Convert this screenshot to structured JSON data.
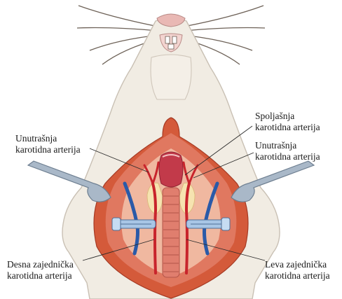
{
  "diagram": {
    "labels": {
      "right_internal": {
        "line1": "Unutrašnja",
        "line2": "karotidna arterija"
      },
      "left_external": {
        "line1": "Spoljašnja",
        "line2": "karotidna arterija"
      },
      "left_internal": {
        "line1": "Unutrašnja",
        "line2": "karotidna arterija"
      },
      "right_common": {
        "line1": "Desna zajednička",
        "line2": "karotidna arterija"
      },
      "left_common": {
        "line1": "Leva zajednička",
        "line2": "karotidna arterija"
      }
    },
    "colors": {
      "skin": "#f1ece3",
      "outline": "#c9c0b4",
      "incision": "#d45a3a",
      "muscle": "#e07860",
      "tissue": "#f0b8a0",
      "trachea": "#e07e6e",
      "artery": "#c8242c",
      "vein": "#2a5aa8",
      "clip": "#a8c6e6",
      "retractor": "#a9b8c8",
      "nose": "#e9b8b4"
    }
  }
}
